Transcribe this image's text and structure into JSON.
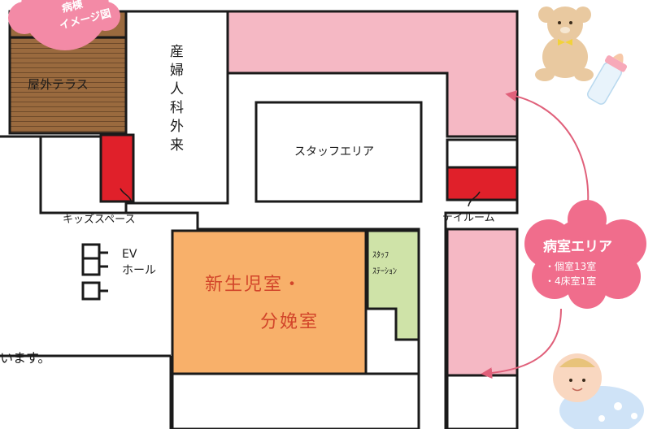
{
  "badge": {
    "line1": "病棟",
    "line2": "イメージ図"
  },
  "rooms": {
    "terrace": "屋外テラス",
    "obgyn": "産婦人科外来",
    "staff_area": "スタッフエリア",
    "kids_space": "キッズスペース",
    "ev_hall_1": "EV",
    "ev_hall_2": "ホール",
    "nursery_1": "新生児室・",
    "nursery_2": "分娩室",
    "staff_station_1": "ｽﾀｯﾌ",
    "staff_station_2": "ｽﾃｰｼｮﾝ",
    "day_room": "デイルーム"
  },
  "ward": {
    "title": "病室エリア",
    "line1": "・個室13室",
    "line2": "・4床室1室"
  },
  "footnote": "います。",
  "colors": {
    "ward_pink": "#f5b8c4",
    "emergency_red": "#e0202a",
    "nursery_orange": "#f8b06a",
    "station_green": "#cfe3a8",
    "terrace_wood": "#9a6a3e",
    "cloud_pink": "#f06d8c",
    "badge_pink": "#f38aa6"
  }
}
